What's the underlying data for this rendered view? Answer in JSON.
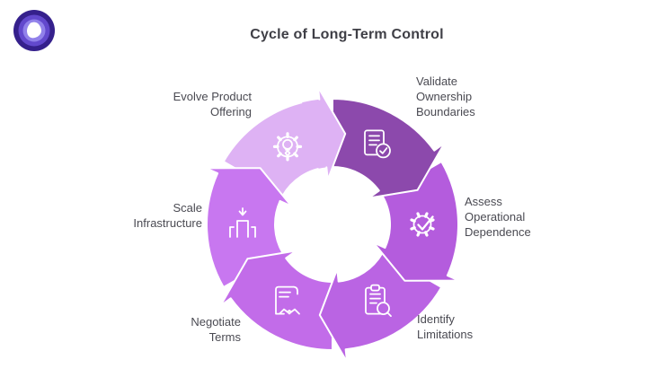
{
  "header": {
    "title": "Cycle of Long-Term Control"
  },
  "logo": {
    "outer_color": "#35208c",
    "mid_color": "#6248cd",
    "inner_color": "#9181ea",
    "core_color": "#ffffff"
  },
  "diagram": {
    "type": "cycle",
    "direction": "clockwise",
    "steps": [
      {
        "id": "validate-ownership-boundaries",
        "label": "Validate\nOwnership\nBoundaries",
        "icon": "document-check-icon",
        "color": "#8c49ac"
      },
      {
        "id": "assess-operational-dependence",
        "label": "Assess\nOperational\nDependence",
        "icon": "gear-check-icon",
        "color": "#b45cdd"
      },
      {
        "id": "identify-limitations",
        "label": "Identify\nLimitations",
        "icon": "clipboard-search-icon",
        "color": "#ba64e3"
      },
      {
        "id": "negotiate-terms",
        "label": "Negotiate\nTerms",
        "icon": "contract-handshake-icon",
        "color": "#c26ce9"
      },
      {
        "id": "scale-infrastructure",
        "label": "Scale\nInfrastructure",
        "icon": "scale-infrastructure-icon",
        "color": "#c877f0"
      },
      {
        "id": "evolve-product-offering",
        "label": "Evolve Product\nOffering",
        "icon": "gear-bulb-icon",
        "color": "#deb2f4"
      }
    ]
  },
  "colors": {
    "background": "#ffffff",
    "title_text": "#3f3f46",
    "label_text": "#4a4a52",
    "segment_outline": "#ffffff"
  }
}
